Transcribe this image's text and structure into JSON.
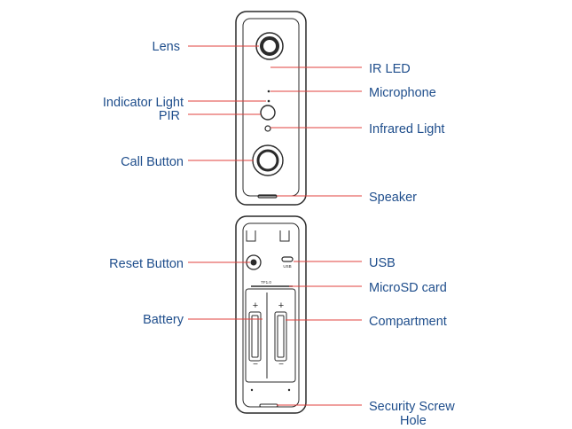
{
  "labels": {
    "lens": "Lens",
    "ir_led": "IR LED",
    "indicator_light": "Indicator Light",
    "microphone": "Microphone",
    "pir": "PIR",
    "infrared_light": "Infrared Light",
    "call_button": "Call Button",
    "speaker": "Speaker",
    "reset_button": "Reset Button",
    "usb": "USB",
    "microsd_card": "MicroSD card",
    "battery": "Battery",
    "compartment": "Compartment",
    "security_screw_hole_line1": "Security Screw",
    "security_screw_hole_line2": "Hole"
  },
  "colors": {
    "label_text": "#1f4e8c",
    "leader_line": "#e0403c",
    "device_outline": "#2a2a2a"
  },
  "device_markings": {
    "usb_port": "USB",
    "card_slot": "TF1.0",
    "battery_plus": "+",
    "battery_minus": "−"
  }
}
